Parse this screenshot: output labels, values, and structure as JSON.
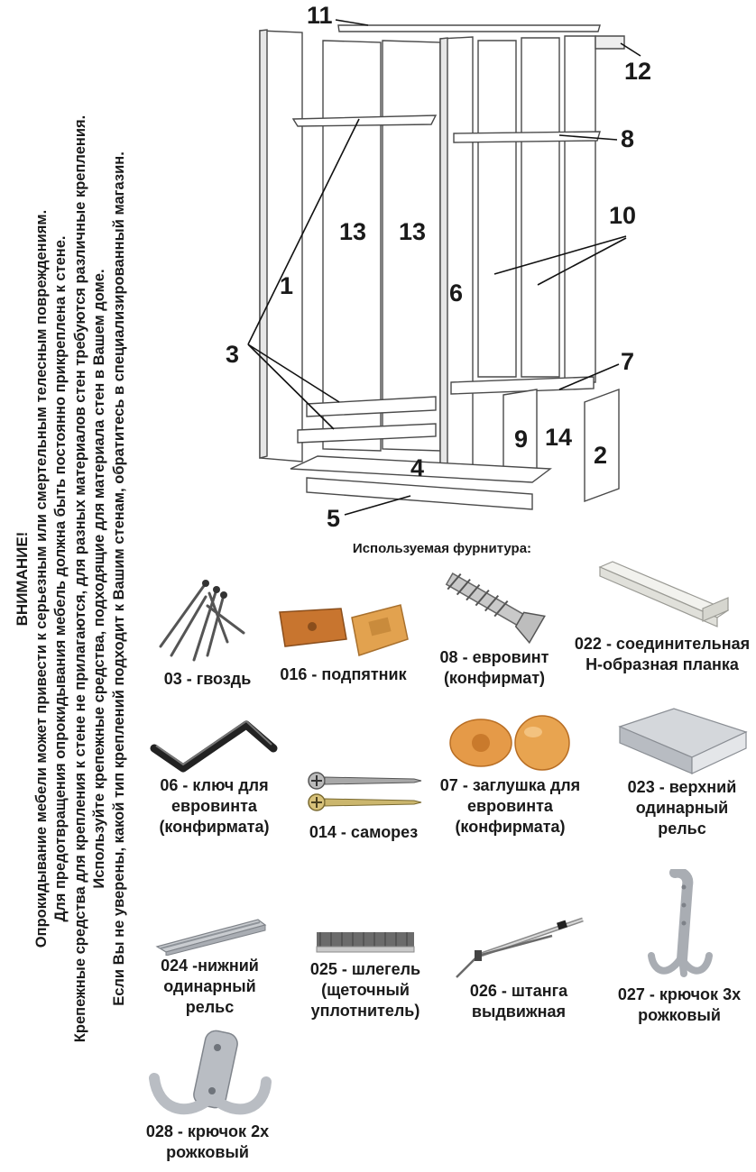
{
  "warning": {
    "title": "ВНИМАНИЕ!",
    "lines": [
      "Опрокидывание мебели может привести к серьезным или смертельным телесным повреждениям.",
      "Для предотвращения опрокидывания мебель должна быть постоянно прикреплена к стене.",
      "Крепежные средства для крепления к стене не прилагаются, для разных материалов стен требуются различные крепления.",
      "Используйте крепежные средства, подходящие для материала стен в Вашем доме.",
      "Если Вы не уверены, какой тип креплений подходит к Вашим стенам, обратитесь в специализированный магазин."
    ]
  },
  "diagram": {
    "parts": [
      "11",
      "12",
      "8",
      "10",
      "13",
      "13",
      "1",
      "6",
      "3",
      "7",
      "9",
      "14",
      "2",
      "4",
      "5"
    ]
  },
  "hardware": {
    "title": "Используемая фурнитура:",
    "items": [
      {
        "icon": "nails-icon",
        "label": "03 - гвоздь"
      },
      {
        "icon": "support-pad-icon",
        "label": "016 - подпятник"
      },
      {
        "icon": "confirmat-screw-icon",
        "label": "08 - евровинт (конфирмат)"
      },
      {
        "icon": "h-profile-icon",
        "label": "022 - соединительная Н-образная планка"
      },
      {
        "icon": "hex-key-icon",
        "label": "06 - ключ для евровинта (конфирмата)"
      },
      {
        "icon": "wood-screw-icon",
        "label": "014 - саморез"
      },
      {
        "icon": "cap-plug-icon",
        "label": "07 - заглушка для евровинта (конфирмата)"
      },
      {
        "icon": "top-rail-icon",
        "label": "023 - верхний одинарный рельс"
      },
      {
        "icon": "bottom-rail-icon",
        "label": "024 -нижний одинарный рельс"
      },
      {
        "icon": "brush-seal-icon",
        "label": "025 - шлегель (щеточный уплотнитель)"
      },
      {
        "icon": "pull-out-rod-icon",
        "label": "026 - штанга выдвижная"
      },
      {
        "icon": "triple-hook-icon",
        "label": "027 - крючок 3х рожковый"
      },
      {
        "icon": "double-hook-icon",
        "label": "028 - крючок 2х рожковый"
      }
    ]
  }
}
